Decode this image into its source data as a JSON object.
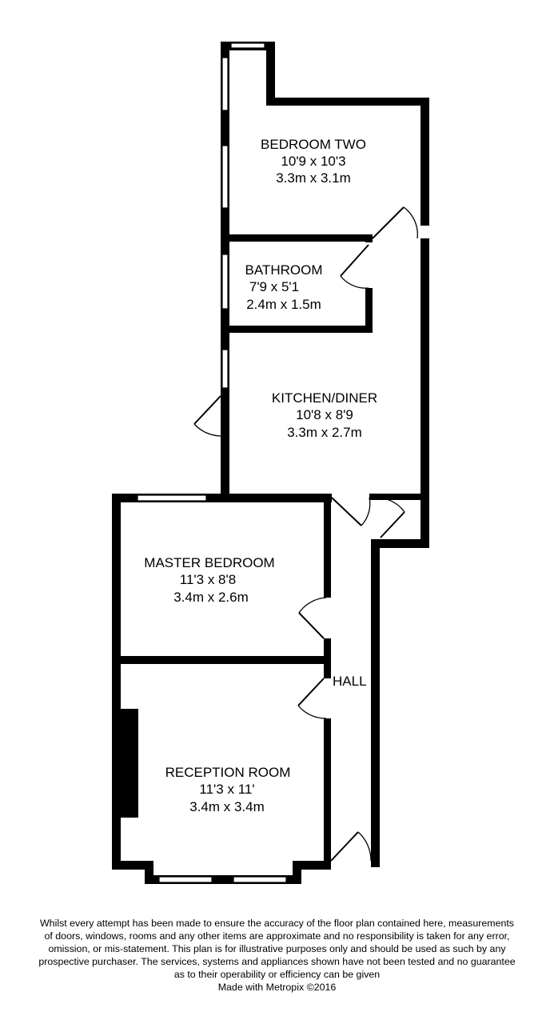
{
  "rooms": {
    "bedroom_two": {
      "name": "BEDROOM TWO",
      "imperial": "10'9 x 10'3",
      "metric": "3.3m x 3.1m"
    },
    "bathroom": {
      "name": "BATHROOM",
      "imperial": "7'9 x 5'1",
      "metric": "2.4m x 1.5m"
    },
    "kitchen_diner": {
      "name": "KITCHEN/DINER",
      "imperial": "10'8 x 8'9",
      "metric": "3.3m x 2.7m"
    },
    "master_bedroom": {
      "name": "MASTER BEDROOM",
      "imperial": "11'3 x 8'8",
      "metric": "3.4m x 2.6m"
    },
    "reception_room": {
      "name": "RECEPTION ROOM",
      "imperial": "11'3 x 11'",
      "metric": "3.4m x 3.4m"
    },
    "hall": {
      "name": "HALL"
    }
  },
  "disclaimer": {
    "lines": [
      "Whilst every attempt has been made to ensure the accuracy of the floor plan contained here, measurements",
      "of doors, windows, rooms and any other items are approximate and no responsibility is taken for any error,",
      "omission, or mis-statement. This plan is for illustrative purposes only and should be used as such by any",
      "prospective purchaser. The services, systems and appliances shown have not been tested and no guarantee",
      "as to their operability or efficiency can be given"
    ],
    "credit": "Made with Metropix ©2016"
  },
  "colors": {
    "wall": "#000000",
    "background": "#ffffff",
    "window": "#ffffff"
  }
}
